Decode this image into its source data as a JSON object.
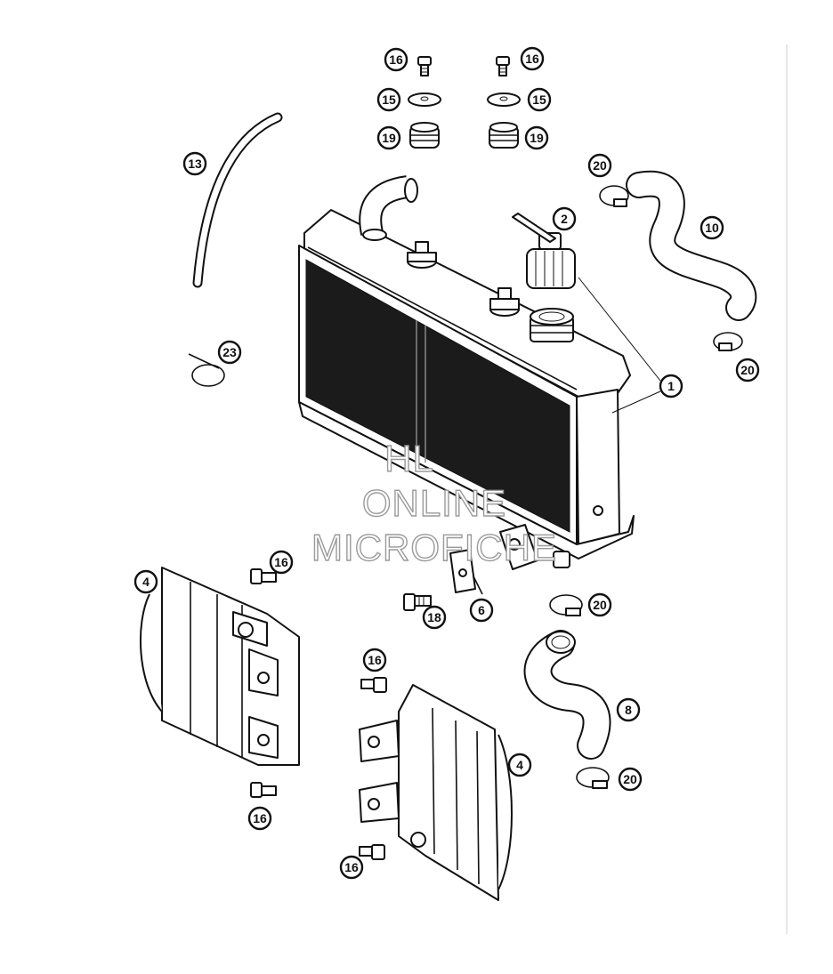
{
  "diagram": {
    "callouts": [
      {
        "label": "16"
      },
      {
        "label": "16"
      },
      {
        "label": "15"
      },
      {
        "label": "15"
      },
      {
        "label": "19"
      },
      {
        "label": "19"
      },
      {
        "label": "13"
      },
      {
        "label": "20"
      },
      {
        "label": "2"
      },
      {
        "label": "10"
      },
      {
        "label": "20"
      },
      {
        "label": "23"
      },
      {
        "label": "1"
      },
      {
        "label": "16"
      },
      {
        "label": "4"
      },
      {
        "label": "6"
      },
      {
        "label": "18"
      },
      {
        "label": "20"
      },
      {
        "label": "16"
      },
      {
        "label": "8"
      },
      {
        "label": "4"
      },
      {
        "label": "20"
      },
      {
        "label": "16"
      },
      {
        "label": "16"
      }
    ],
    "watermark": [
      "HL",
      "ONLINE",
      "MICROFICHE"
    ]
  }
}
